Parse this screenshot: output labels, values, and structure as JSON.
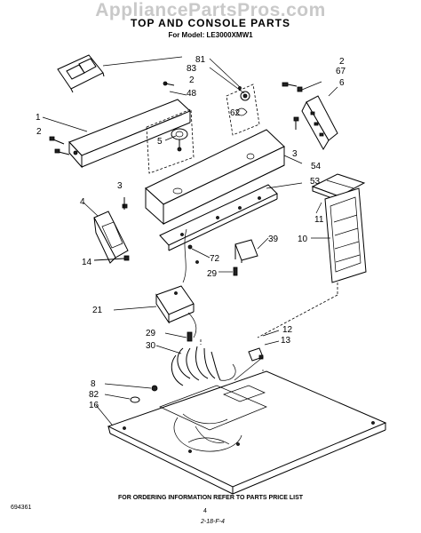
{
  "watermark": "AppliancePartsPros.com",
  "title": "TOP AND CONSOLE PARTS",
  "model": "For Model: LE3000XMW1",
  "footer": "FOR ORDERING INFORMATION REFER TO PARTS PRICE LIST",
  "doc_number": "694361",
  "page_number": "4",
  "date_code": "2-18-F-4",
  "callouts": [
    "81",
    "83",
    "2",
    "48",
    "2",
    "67",
    "6",
    "1",
    "2",
    "5",
    "62",
    "3",
    "54",
    "53",
    "3",
    "4",
    "11",
    "39",
    "10",
    "72",
    "14",
    "29",
    "21",
    "29",
    "30",
    "12",
    "13",
    "8",
    "82",
    "16"
  ]
}
